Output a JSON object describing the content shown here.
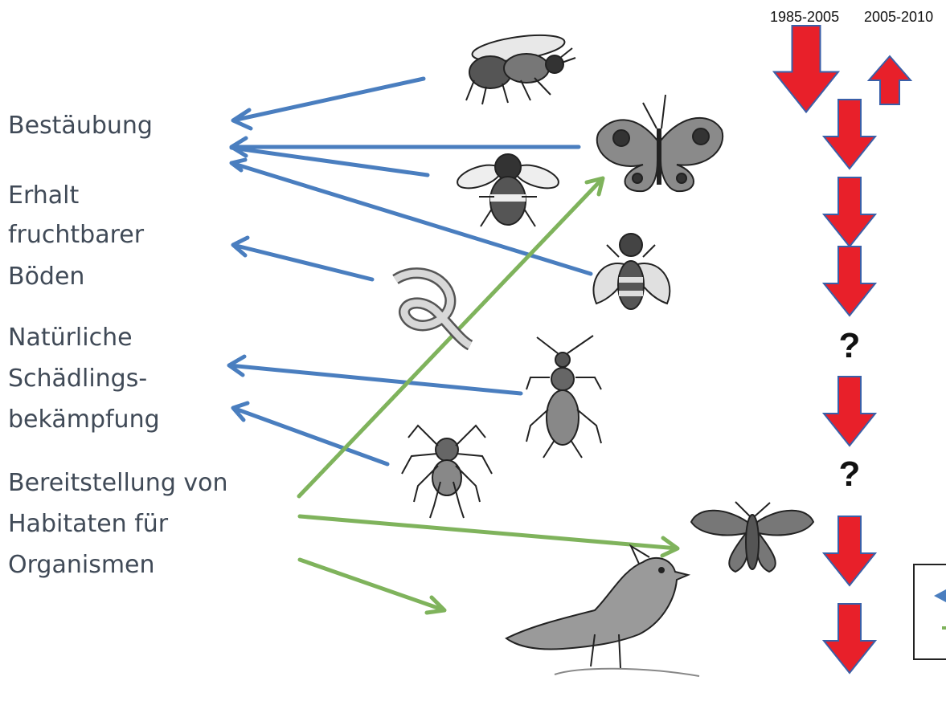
{
  "periods": [
    "1985-2005",
    "2005-2010"
  ],
  "services": {
    "pollination": "Bestäubung",
    "soil": [
      "Erhalt",
      "fruchtbarer",
      "Böden"
    ],
    "pest_control": [
      "Natürliche",
      "Schädlings-",
      "bekämpfung"
    ],
    "habitat": [
      "Bereitstellung von",
      "Habitaten für",
      "Organismen"
    ]
  },
  "organisms": [
    {
      "name": "honeybee",
      "trend_1985_2005": "down",
      "trend_2005_2010": "up"
    },
    {
      "name": "butterfly",
      "trend_1985_2005": "down"
    },
    {
      "name": "bumblebee",
      "trend_1985_2005": "down"
    },
    {
      "name": "hoverfly",
      "trend_1985_2005": "down"
    },
    {
      "name": "earthworm",
      "trend_1985_2005": "?"
    },
    {
      "name": "ground-beetle",
      "trend_1985_2005": "down"
    },
    {
      "name": "spider",
      "trend_1985_2005": "?"
    },
    {
      "name": "moth",
      "trend_1985_2005": "down"
    },
    {
      "name": "skylark",
      "trend_1985_2005": "down"
    }
  ],
  "unknown_symbol": "?",
  "colors": {
    "service_arrow": "#4a7ebf",
    "habitat_arrow": "#7fb35c",
    "trend_fill": "#e8202a",
    "trend_stroke": "#3a5fa8",
    "label_text": "#404a57"
  }
}
